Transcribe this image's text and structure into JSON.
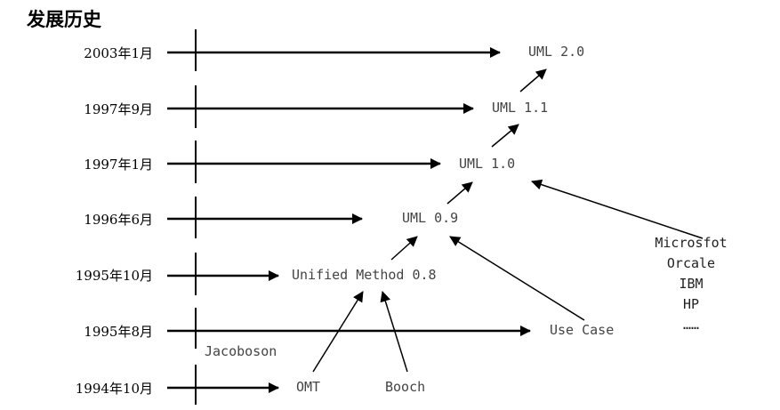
{
  "title": "发展历史",
  "timeline": [
    {
      "date": "2003年1月"
    },
    {
      "date": "1997年9月"
    },
    {
      "date": "1997年1月"
    },
    {
      "date": "1996年6月"
    },
    {
      "date": "1995年10月"
    },
    {
      "date": "1995年8月"
    },
    {
      "date": "1994年10月"
    }
  ],
  "nodes": {
    "uml20": "UML 2.0",
    "uml11": "UML 1.1",
    "uml10": "UML 1.0",
    "uml09": "UML 0.9",
    "unified": "Unified Method 0.8",
    "usecase": "Use Case",
    "jacoboson": "Jacoboson",
    "omt": "OMT",
    "booch": "Booch"
  },
  "vendors": [
    "Microsfot",
    "Orcale",
    "IBM",
    "HP",
    "……"
  ],
  "colors": {
    "line": "#000000",
    "text": "#000000"
  }
}
